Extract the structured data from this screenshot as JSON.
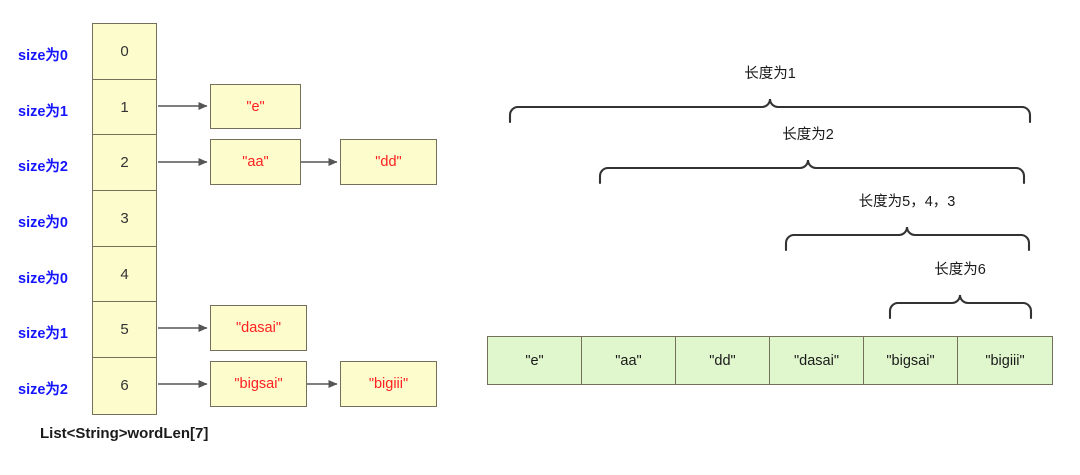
{
  "diagram": {
    "caption": "List<String>wordLen[7]",
    "bucket_table": {
      "name": "wordLen",
      "rows": [
        {
          "index": "0",
          "size_label": "size为0",
          "nodes": []
        },
        {
          "index": "1",
          "size_label": "size为1",
          "nodes": [
            "\"e\""
          ]
        },
        {
          "index": "2",
          "size_label": "size为2",
          "nodes": [
            "\"aa\"",
            "\"dd\""
          ]
        },
        {
          "index": "3",
          "size_label": "size为0",
          "nodes": []
        },
        {
          "index": "4",
          "size_label": "size为0",
          "nodes": []
        },
        {
          "index": "5",
          "size_label": "size为1",
          "nodes": [
            "\"dasai\""
          ]
        },
        {
          "index": "6",
          "size_label": "size为2",
          "nodes": [
            "\"bigsai\"",
            "\"bigiii\""
          ]
        }
      ]
    },
    "array": {
      "cells": [
        "\"e\"",
        "\"aa\"",
        "\"dd\"",
        "\"dasai\"",
        "\"bigsai\"",
        "\"bigiii\""
      ]
    },
    "braces": [
      {
        "label": "长度为1"
      },
      {
        "label": "长度为2"
      },
      {
        "label": "长度为5，4，3"
      },
      {
        "label": "长度为6"
      }
    ]
  },
  "colors": {
    "background": "#ffffff",
    "bucket_fill": "#fcfccc",
    "bucket_stroke": "#75705a",
    "array_fill": "#e0f7cd",
    "node_text": "#ff2020",
    "size_text": "#1414ff",
    "line": "#555555",
    "brace_stroke": "#333333"
  }
}
